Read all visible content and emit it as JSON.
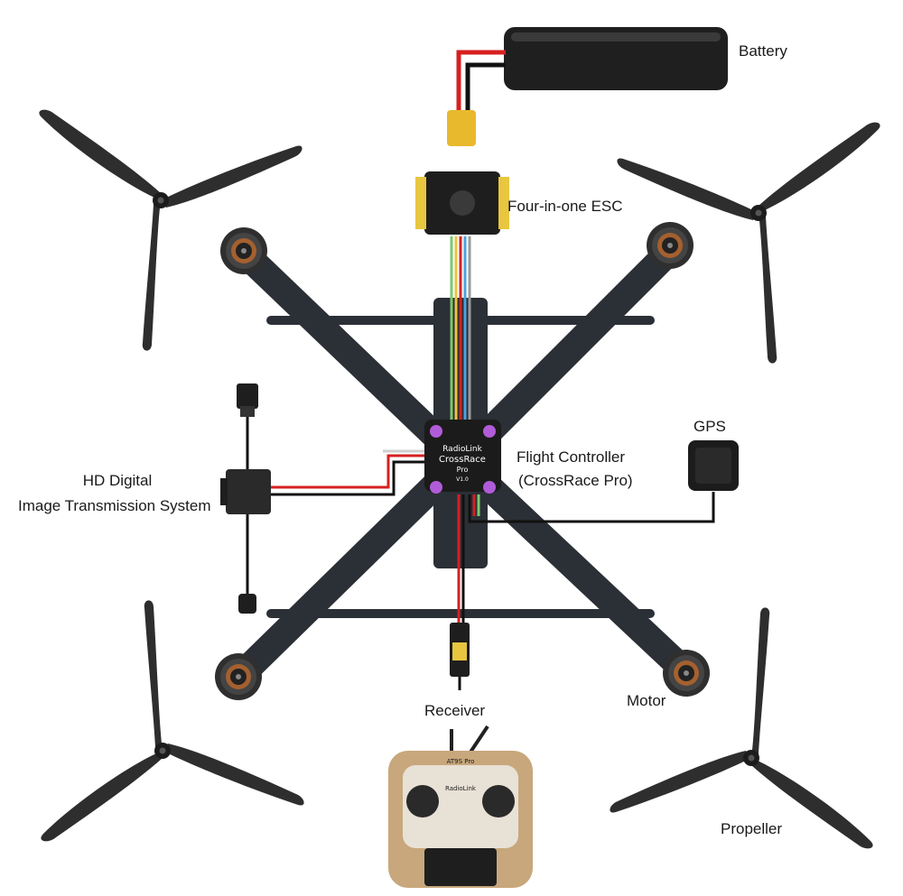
{
  "labels": {
    "battery": "Battery",
    "esc": "Four-in-one ESC",
    "gps": "GPS",
    "fc_line1": "Flight Controller",
    "fc_line2": "(CrossRace Pro)",
    "vtx_line1": "HD Digital",
    "vtx_line2": "Image Transmission System",
    "receiver": "Receiver",
    "motor": "Motor",
    "propeller": "Propeller"
  },
  "device_text": {
    "fc_brand": "RadioLink",
    "fc_model": "CrossRace",
    "fc_sub": "Pro",
    "fc_version": "V1.0",
    "tx_model": "AT9S Pro",
    "tx_brand": "RadioLink"
  },
  "colors": {
    "frame": "#2b2f36",
    "motor": "#3a3a3a",
    "motor_accent": "#b5652b",
    "propeller": "#2e2e2e",
    "wire_red": "#d62020",
    "wire_black": "#111111",
    "esc_gold": "#e8c640",
    "fc_mount": "#b05cd8",
    "transmitter_gold": "#c8a77c"
  }
}
